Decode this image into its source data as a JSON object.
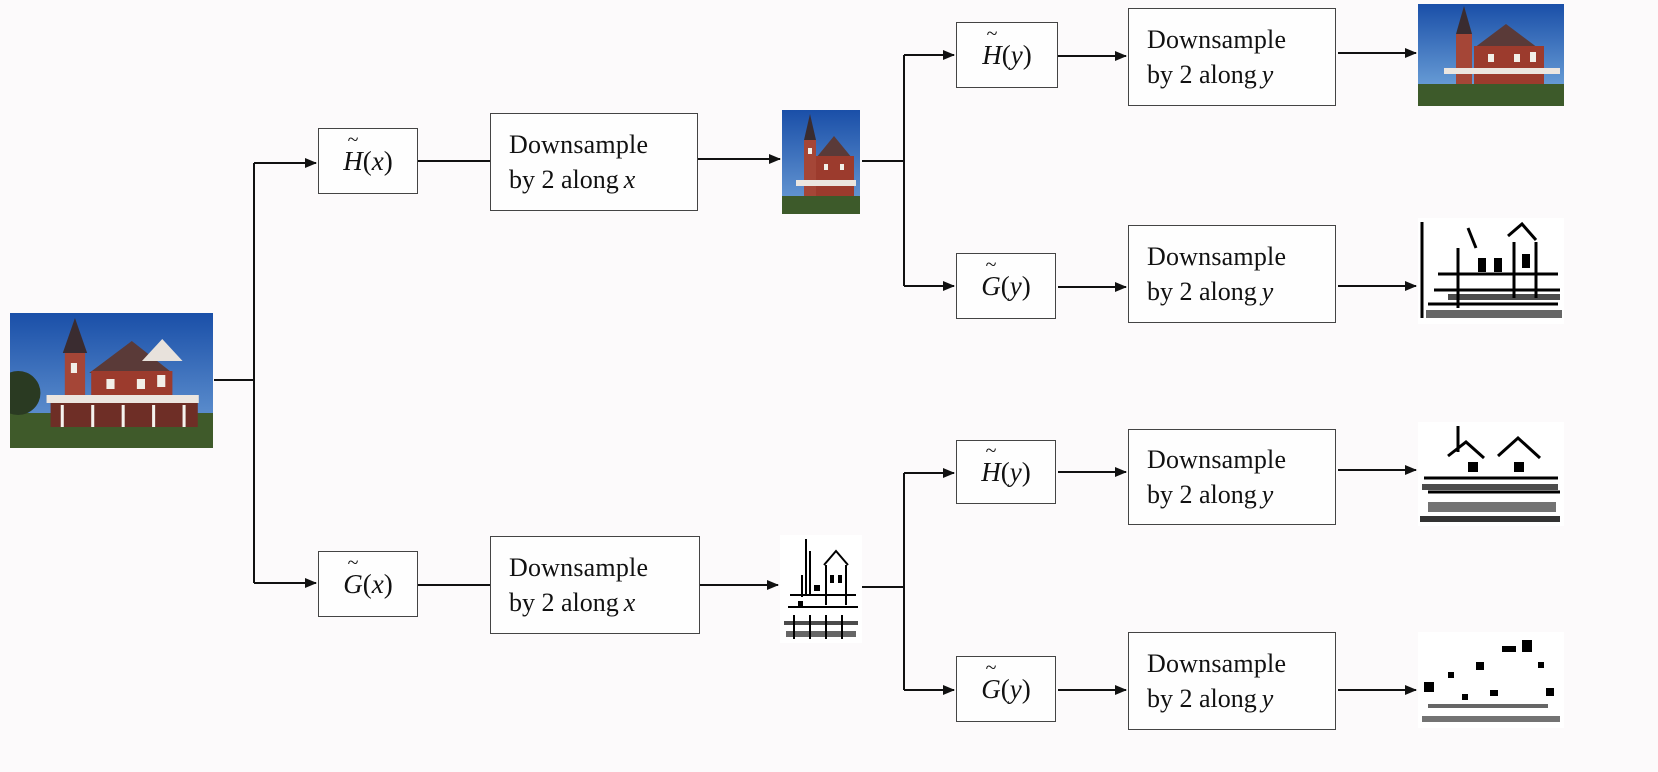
{
  "filters": {
    "H": "H",
    "G": "G"
  },
  "variables": {
    "x": "x",
    "y": "y"
  },
  "downsample": {
    "line1": "Downsample",
    "line2_prefix": "by 2 along"
  },
  "icons": {
    "input": "house-photo-icon",
    "lowpass": "house-photo-icon",
    "edges": "edge-map-icon"
  },
  "colors": {
    "line": "#111111",
    "box_border": "#444444",
    "sky": "#1f5fb8",
    "house": "#9a3b2a",
    "edge_ink": "#000000"
  }
}
